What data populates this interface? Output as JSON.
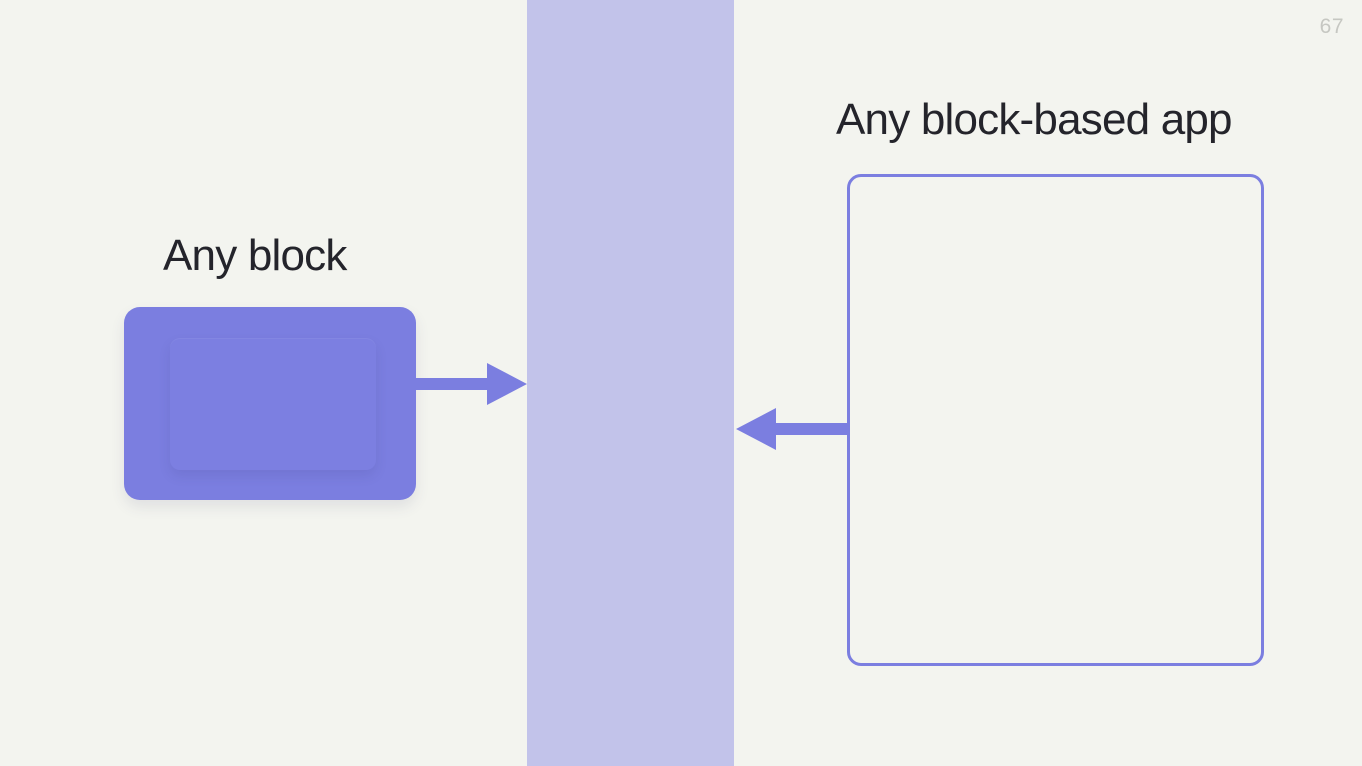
{
  "slide": {
    "page_number": "67",
    "background_color": "#f3f4ef",
    "band": {
      "name": "vertical-band",
      "color": "#c2c3ea"
    },
    "accent_color": "#7b7ee0",
    "text_color": "#24242b",
    "page_number_color": "#c6c7c2"
  },
  "left": {
    "heading": "Any block",
    "block": {
      "name": "solid-purple-block",
      "fill": "#7b7ee0",
      "inner_fill": "#7c7fe1"
    },
    "arrow": {
      "name": "arrow-right",
      "direction": "right",
      "color": "#7b7ee0"
    }
  },
  "right": {
    "heading": "Any block-based app",
    "block": {
      "name": "outlined-app-block",
      "stroke": "#7b7ee0",
      "fill": "transparent"
    },
    "arrow": {
      "name": "arrow-left",
      "direction": "left",
      "color": "#7b7ee0"
    }
  }
}
